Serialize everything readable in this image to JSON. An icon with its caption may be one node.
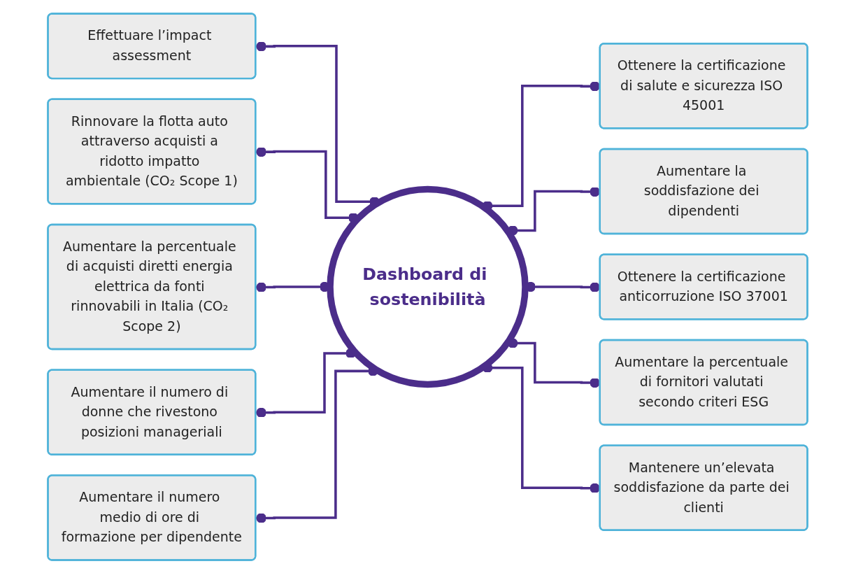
{
  "diagram": {
    "nodes": [
      {
        "text": [
          "Effettuare l’impact assessment"
        ]
      },
      {
        "text": [
          "Rinnovare la flotta auto attraverso acquisti a ridotto impatto ambientale (CO₂ Scope 1)"
        ]
      },
      {
        "text": [
          "Aumentare la percentuale di acquisti diretti energia elettrica da fonti rinnovabili in Italia (CO₂ Scope 2)"
        ]
      },
      {
        "text": [
          "Aumentare il numero di donne che rivestono posizioni manageriali"
        ]
      },
      {
        "text": [
          "Aumentare il numero medio di ore di formazione per dipendente"
        ]
      },
      {
        "text": [
          "Dashboard di sostenibilità"
        ]
      },
      {
        "text": [
          "Ottenere la certificazione di salute e sicurezza ISO 45001"
        ]
      },
      {
        "text": [
          "Aumentare la soddisfazione dei dipendenti"
        ]
      },
      {
        "text": [
          "Ottenere la certificazione anticorruzione ISO 37001"
        ]
      },
      {
        "text": [
          "Aumentare la percentuale di fornitori valutati secondo criteri ESG"
        ]
      },
      {
        "text": [
          "Mantenere un’elevata soddisfazione da parte dei clienti"
        ]
      }
    ],
    "edges": [
      {
        "from": 0,
        "to": 5,
        "arrow": "other"
      },
      {
        "from": 1,
        "to": 5,
        "arrow": "other"
      },
      {
        "from": 2,
        "to": 5,
        "arrow": "other"
      },
      {
        "from": 3,
        "to": 5,
        "arrow": "other"
      },
      {
        "from": 4,
        "to": 5,
        "arrow": "other"
      },
      {
        "from": 5,
        "to": 6,
        "arrow": "other"
      },
      {
        "from": 5,
        "to": 7,
        "arrow": "other"
      },
      {
        "from": 5,
        "to": 8,
        "arrow": "other"
      },
      {
        "from": 5,
        "to": 9,
        "arrow": "other"
      },
      {
        "from": 5,
        "to": 10,
        "arrow": "other"
      }
    ]
  }
}
